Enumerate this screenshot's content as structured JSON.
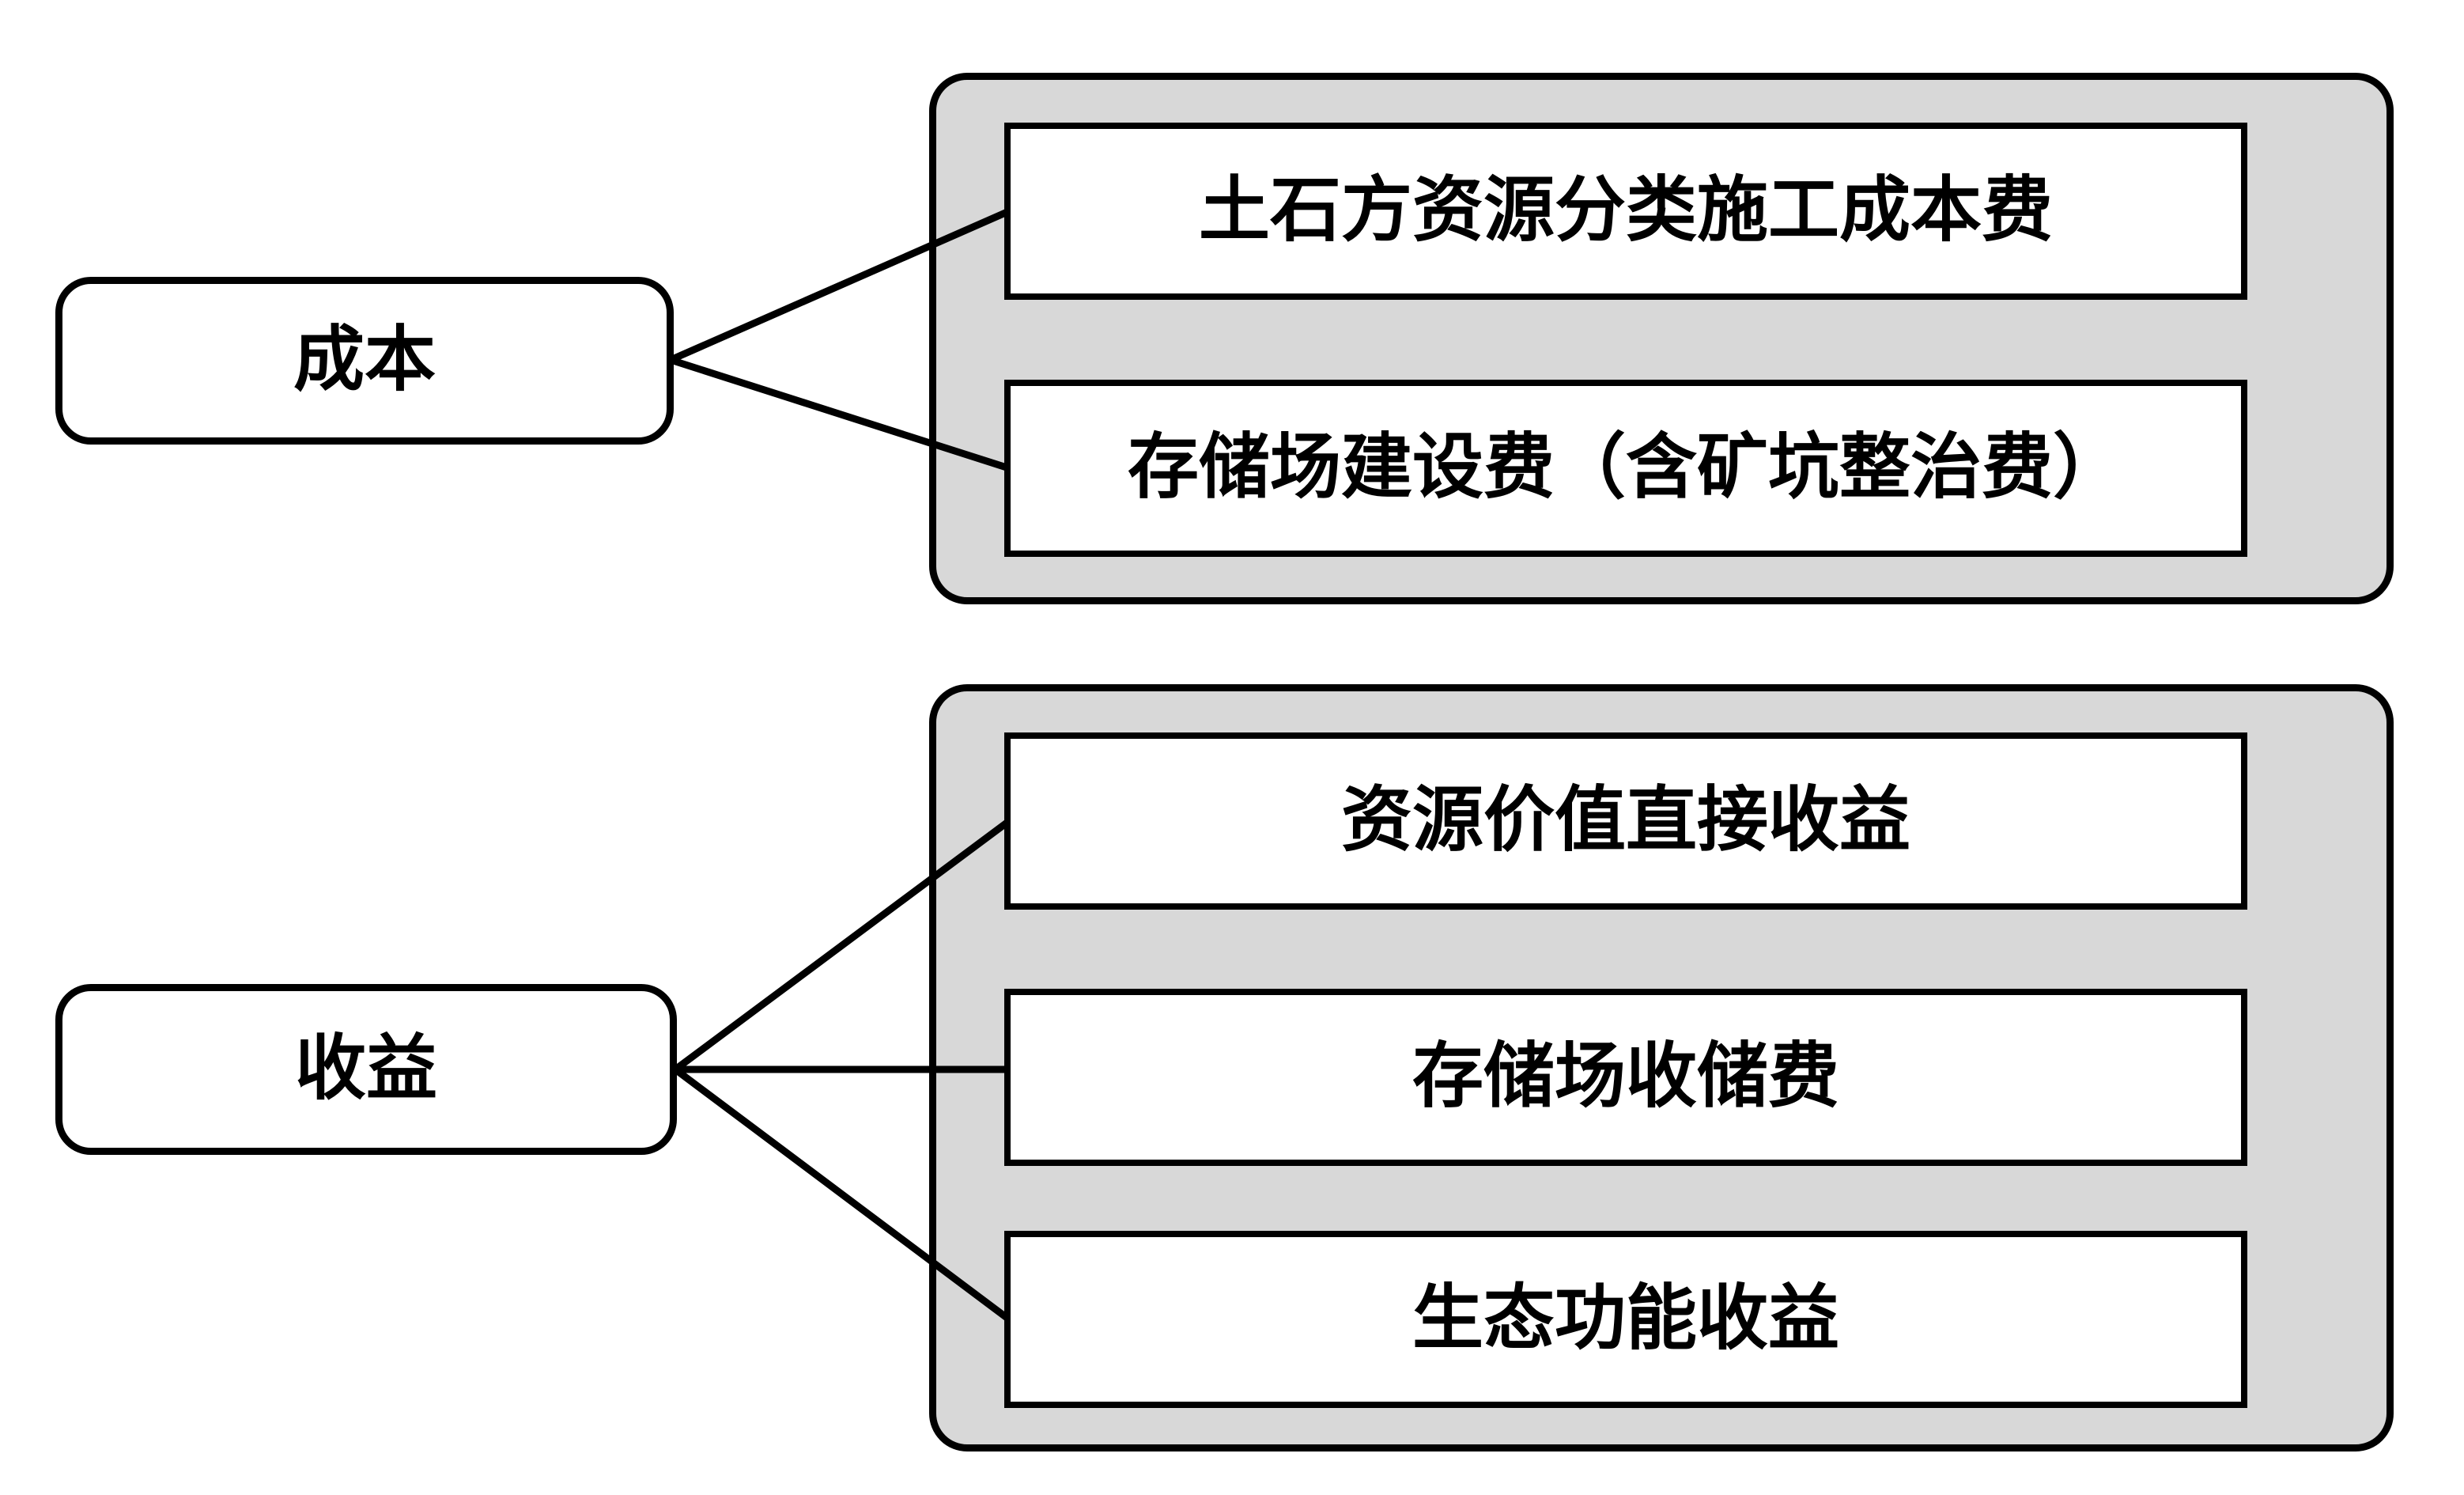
{
  "colors": {
    "background": "#ffffff",
    "container_fill": "#d8d8d8",
    "box_fill": "#ffffff",
    "line_and_text": "#000000"
  },
  "groups": [
    {
      "label": "成本",
      "items": [
        "土石方资源分类施工成本费",
        "存储场建设费（含矿坑整治费）"
      ]
    },
    {
      "label": "收益",
      "items": [
        "资源价值直接收益",
        "存储场收储费",
        "生态功能收益"
      ]
    }
  ]
}
